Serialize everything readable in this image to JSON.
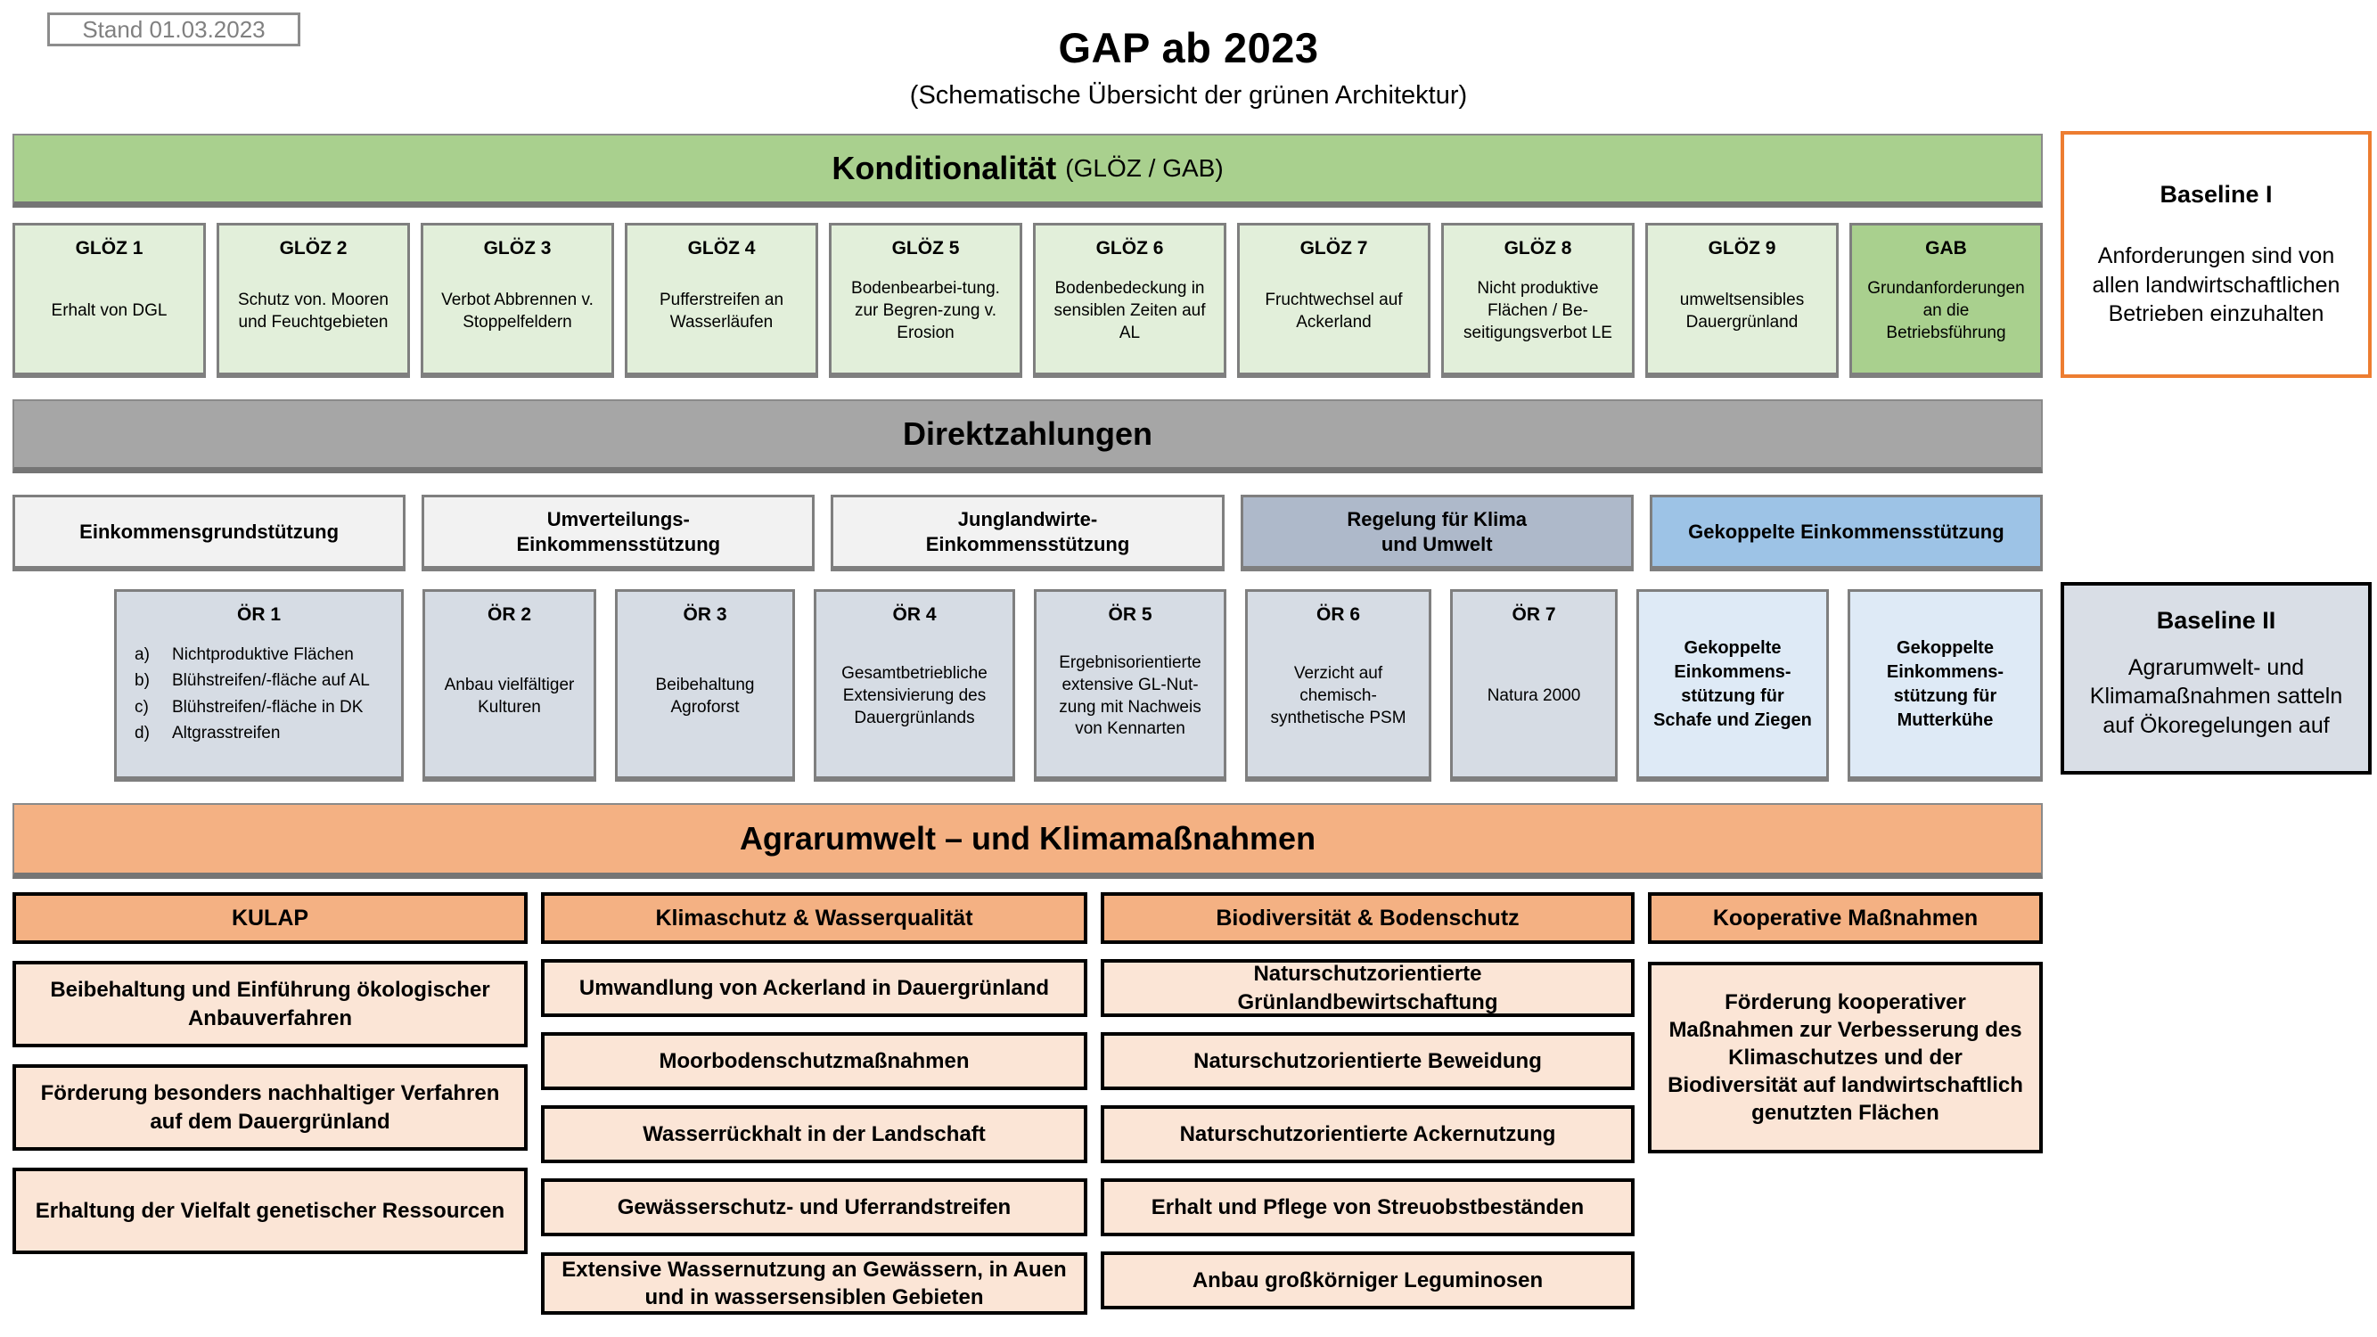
{
  "meta": {
    "stand": "Stand 01.03.2023",
    "title": "GAP ab 2023",
    "subtitle": "(Schematische Übersicht der grünen Architektur)"
  },
  "colors": {
    "green_band": "#a9d08e",
    "green_light": "#e2efda",
    "gray_band": "#a6a6a6",
    "gray_light": "#f2f2f2",
    "slate": "#aeb9ca",
    "blue": "#9dc3e6",
    "blue_pale": "#deeaf6",
    "oer_fill": "#d6dce4",
    "orange_band": "#f4b183",
    "orange_light": "#fbe5d6",
    "baseline1_border": "#ed7d31",
    "border_gray": "#7f7f7f"
  },
  "konditionalitaet": {
    "title": "Konditionalität",
    "subtitle": "(GLÖZ / GAB)",
    "boxes": [
      {
        "title": "GLÖZ 1",
        "body": "Erhalt von DGL"
      },
      {
        "title": "GLÖZ 2",
        "body": "Schutz von. Mooren und Feuchtgebieten"
      },
      {
        "title": "GLÖZ 3",
        "body": "Verbot Abbrennen v. Stoppelfeldern"
      },
      {
        "title": "GLÖZ 4",
        "body": "Pufferstreifen an Wasserläufen"
      },
      {
        "title": "GLÖZ 5",
        "body": "Bodenbearbei-tung. zur Begren-zung v. Erosion"
      },
      {
        "title": "GLÖZ 6",
        "body": "Bodenbedeckung in sensiblen Zeiten auf AL"
      },
      {
        "title": "GLÖZ 7",
        "body": "Fruchtwechsel auf Ackerland"
      },
      {
        "title": "GLÖZ 8",
        "body": "Nicht produktive Flächen / Be-seitigungsverbot LE"
      },
      {
        "title": "GLÖZ 9",
        "body": "umweltsensibles Dauergrünland"
      },
      {
        "title": "GAB",
        "body": "Grundanforderungen an die Betriebsführung"
      }
    ]
  },
  "baseline1": {
    "title": "Baseline I",
    "body": "Anforderungen sind von allen landwirtschaftlichen Betrieben einzuhalten"
  },
  "direktzahlungen": {
    "title": "Direktzahlungen",
    "boxes": [
      "Einkommensgrundstützung",
      "Umverteilungs-Einkommensstützung",
      "Junglandwirte-Einkommensstützung",
      "Regelung für Klima und Umwelt",
      "Gekoppelte Einkommensstützung"
    ]
  },
  "oeko": {
    "boxes": [
      {
        "title": "ÖR 1",
        "list": [
          {
            "label": "a)",
            "text": "Nichtproduktive Flächen"
          },
          {
            "label": "b)",
            "text": "Blühstreifen/-fläche auf AL"
          },
          {
            "label": "c)",
            "text": "Blühstreifen/-fläche in DK"
          },
          {
            "label": "d)",
            "text": "Altgrasstreifen"
          }
        ]
      },
      {
        "title": "ÖR 2",
        "body": "Anbau vielfältiger Kulturen"
      },
      {
        "title": "ÖR 3",
        "body": "Beibehaltung Agroforst"
      },
      {
        "title": "ÖR 4",
        "body": "Gesamtbetriebliche Extensivierung des Dauergrünlands"
      },
      {
        "title": "ÖR 5",
        "body": "Ergebnisorientierte extensive GL-Nut-zung mit Nachweis von Kennarten"
      },
      {
        "title": "ÖR 6",
        "body": "Verzicht auf chemisch-synthetische PSM"
      },
      {
        "title": "ÖR 7",
        "body": "Natura 2000"
      }
    ],
    "gekoppelt": [
      "Gekoppelte Einkommens-stützung für Schafe und Ziegen",
      "Gekoppelte Einkommens-stützung für Mutterkühe"
    ]
  },
  "baseline2": {
    "title": "Baseline II",
    "body": "Agrarumwelt- und Klimamaßnahmen satteln auf Ökoregelungen auf"
  },
  "auk": {
    "title": "Agrarumwelt – und Klimamaßnahmen",
    "columns": [
      {
        "header": "KULAP",
        "items": [
          "Beibehaltung und Einführung ökologischer Anbauverfahren",
          "Förderung besonders nachhaltiger Verfahren auf dem Dauergrünland",
          "Erhaltung der Vielfalt genetischer Ressourcen"
        ]
      },
      {
        "header": "Klimaschutz & Wasserqualität",
        "items": [
          "Umwandlung von Ackerland in Dauergrünland",
          "Moorbodenschutzmaßnahmen",
          "Wasserrückhalt in der Landschaft",
          "Gewässerschutz- und Uferrandstreifen",
          "Extensive Wassernutzung an Gewässern, in Auen und in wassersensiblen Gebieten"
        ]
      },
      {
        "header": "Biodiversität & Bodenschutz",
        "items": [
          "Naturschutzorientierte Grünlandbewirtschaftung",
          "Naturschutzorientierte Beweidung",
          "Naturschutzorientierte Ackernutzung",
          "Erhalt und Pflege von Streuobstbeständen",
          "Anbau großkörniger Leguminosen"
        ]
      },
      {
        "header": "Kooperative Maßnahmen",
        "items": [
          "Förderung kooperativer Maßnahmen zur Verbesserung des Klimaschutzes und der Biodiversität auf landwirtschaftlich genutzten Flächen"
        ]
      }
    ]
  }
}
